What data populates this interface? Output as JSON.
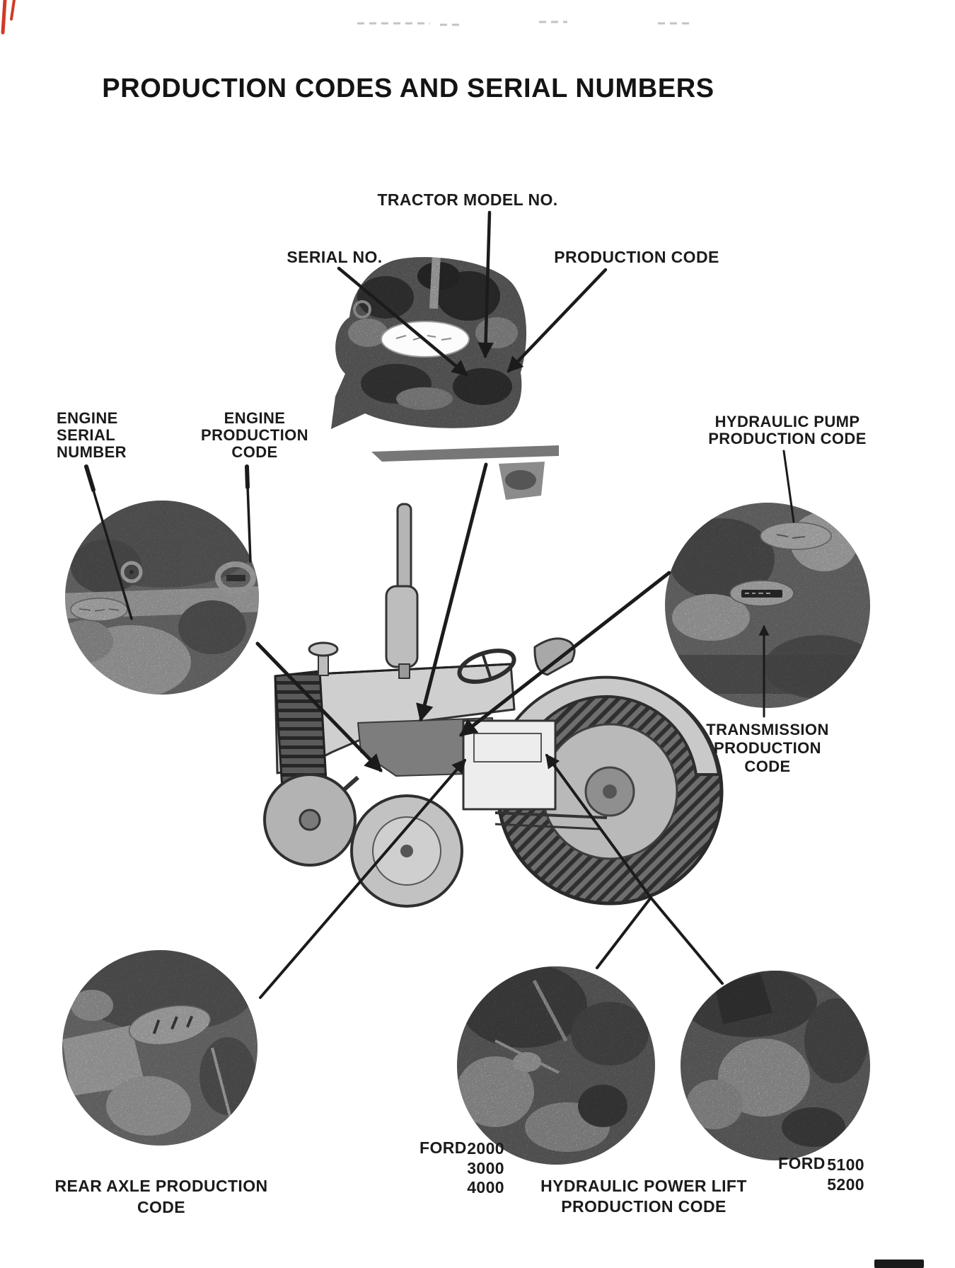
{
  "page": {
    "title": "PRODUCTION CODES AND SERIAL NUMBERS"
  },
  "callouts": {
    "tractor_model": "TRACTOR MODEL NO.",
    "serial_no": "SERIAL NO.",
    "production_code": "PRODUCTION CODE",
    "engine_serial": {
      "line1": "ENGINE",
      "line2": "SERIAL",
      "line3": "NUMBER"
    },
    "engine_production": {
      "line1": "ENGINE",
      "line2": "PRODUCTION",
      "line3": "CODE"
    },
    "hydraulic_pump": {
      "line1": "HYDRAULIC PUMP",
      "line2": "PRODUCTION CODE"
    },
    "transmission": {
      "line1": "TRANSMISSION",
      "line2": "PRODUCTION",
      "line3": "CODE"
    },
    "rear_axle": {
      "line1": "REAR AXLE PRODUCTION",
      "line2": "CODE"
    },
    "hydraulic_power_lift": {
      "line1": "HYDRAULIC POWER LIFT",
      "line2": "PRODUCTION CODE"
    },
    "ford_small": {
      "brand": "FORD",
      "models": [
        "2000",
        "3000",
        "4000"
      ]
    },
    "ford_large": {
      "brand": "FORD",
      "models": [
        "5100",
        "5200"
      ]
    }
  },
  "figure": {
    "illustration": "ford-tractor-side-view",
    "photos": [
      "tractor-model-plate-photo",
      "engine-photo",
      "hydraulic-pump-photo",
      "rear-axle-photo",
      "hydraulic-lift-photo-ford-2000-3000-4000",
      "hydraulic-lift-photo-ford-5100-5200"
    ]
  },
  "colors": {
    "ink": "#1b1b1b",
    "photo_gray": "#979797",
    "red_mark": "#cf3a28",
    "paper": "#ffffff"
  }
}
